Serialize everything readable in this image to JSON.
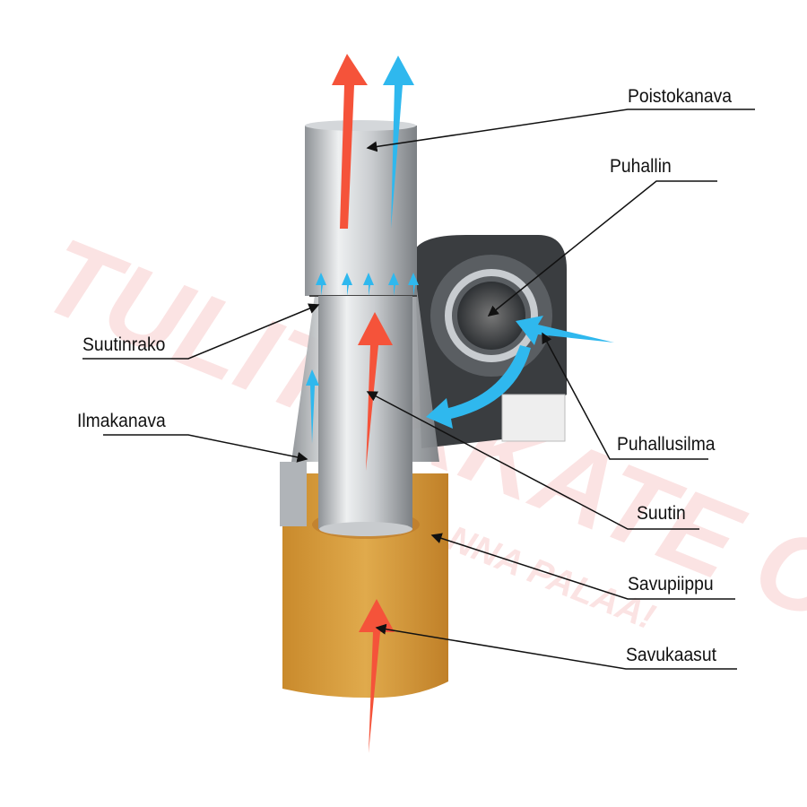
{
  "watermark": {
    "text": "TULITAKKATE OY",
    "slogan": "ANNA PALAA!"
  },
  "labels": {
    "poistokanava": "Poistokanava",
    "puhallin": "Puhallin",
    "suutinrako": "Suutinrako",
    "ilmakanava": "Ilmakanava",
    "puhallusilma": "Puhallusilma",
    "suutin": "Suutin",
    "savupiippu": "Savupiippu",
    "savukaasut": "Savukaasut"
  },
  "colors": {
    "hot_arrow": "#f5533a",
    "cold_arrow": "#2fb8ee",
    "chimney": "#d9a040"
  }
}
